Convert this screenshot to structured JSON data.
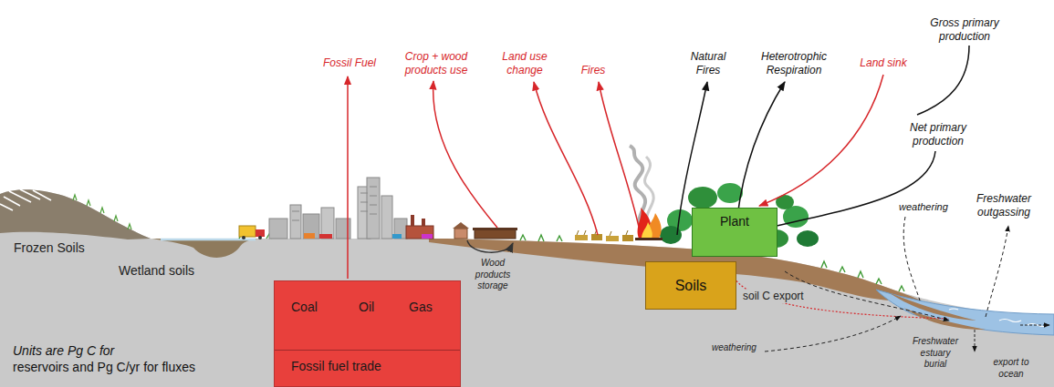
{
  "diagram": {
    "nodes": [
      {
        "text": [
          "Coal",
          "Oil",
          "Gas",
          "Fossil fuel trade"
        ]
      },
      {
        "text": [
          "Plant"
        ]
      },
      {
        "text": [
          "Soils"
        ]
      }
    ],
    "labels": [
      "Fossil Fuel",
      "Crop + wood products use",
      "Land use change",
      "Fires",
      "Natural Fires",
      "Heterotrophic Respiration",
      "Land sink",
      "Gross primary production",
      "Net primary production",
      "weathering",
      "Freshwater outgassing",
      "Frozen Soils",
      "Wetland soils",
      "Wood products storage",
      "soil C export",
      "weathering",
      "Freshwater estuary burial",
      "export to ocean",
      "Units are Pg C for reservoirs and Pg C/yr for fluxes"
    ]
  }
}
